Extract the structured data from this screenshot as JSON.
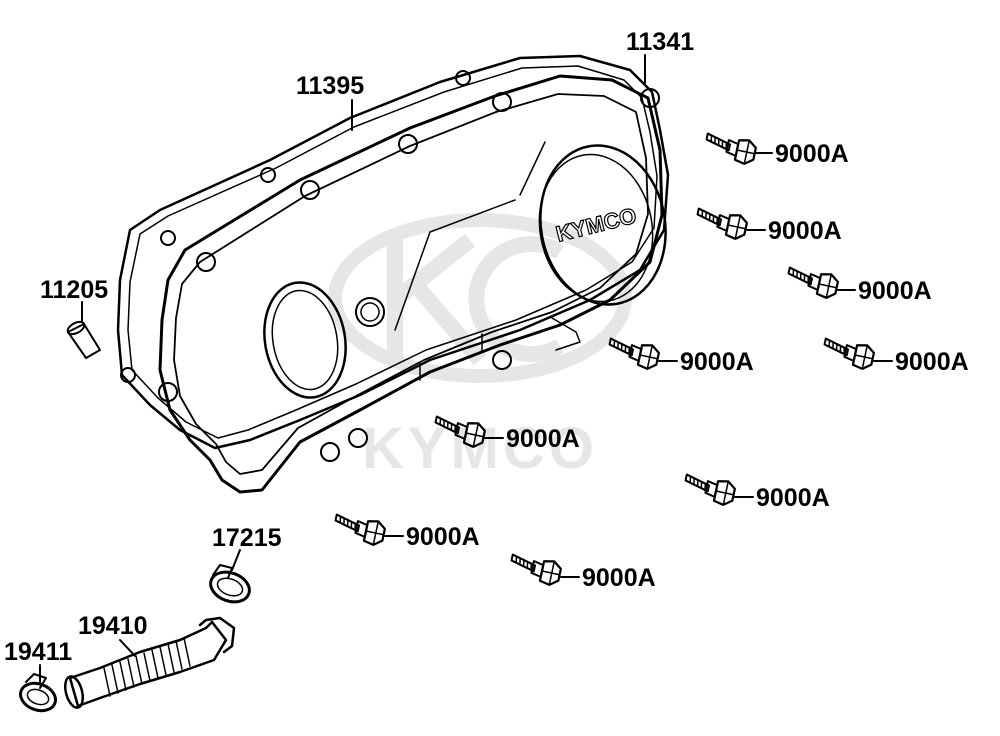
{
  "watermark": {
    "brand_text": "KYMCO",
    "color": "#e6e6e6"
  },
  "cover": {
    "logo_text": "KYMCO"
  },
  "part_labels": {
    "p11341": "11341",
    "p11395": "11395",
    "p11205": "11205",
    "p17215": "17215",
    "p19410": "19410",
    "p19411": "19411",
    "bolt": "9000A"
  },
  "colors": {
    "line": "#000000",
    "background": "#ffffff"
  }
}
